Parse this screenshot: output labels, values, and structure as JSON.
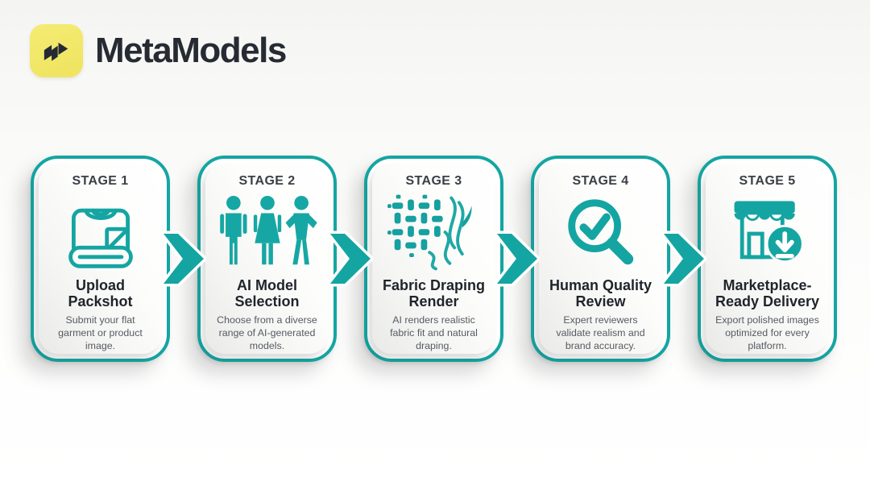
{
  "brand": {
    "name": "MetaModels",
    "logo_icon": "ribbon-arrow-mark-icon",
    "logo_bg_color": "#F2E96B",
    "logo_mark_color": "#242A33",
    "wordmark_color": "#262B33"
  },
  "theme": {
    "teal_accent": "#14A5A2",
    "dark_text": "#1F242B",
    "muted_text": "#565B62",
    "page_bg": "#F7F7F5",
    "card_border": "#14A5A2"
  },
  "connector": {
    "icon": "chevron-right-arrow-icon",
    "color": "#14A5A2"
  },
  "stages": [
    {
      "label": "STAGE 1",
      "icon": "folded-shirt-icon",
      "title": "Upload Packshot",
      "description": "Submit your flat garment or product image."
    },
    {
      "label": "STAGE 2",
      "icon": "three-people-icon",
      "title": "AI Model Selection",
      "description": "Choose from a diverse range of AI-generated models."
    },
    {
      "label": "STAGE 3",
      "icon": "fabric-weave-drape-icon",
      "title": "Fabric Draping Render",
      "description": "AI renders realistic fabric fit and natural draping."
    },
    {
      "label": "STAGE 4",
      "icon": "magnifier-checkmark-icon",
      "title": "Human Quality Review",
      "description": "Expert reviewers validate realism and brand accuracy."
    },
    {
      "label": "STAGE 5",
      "icon": "storefront-download-icon",
      "title": "Marketplace-Ready Delivery",
      "description": "Export polished images optimized for every platform."
    }
  ]
}
